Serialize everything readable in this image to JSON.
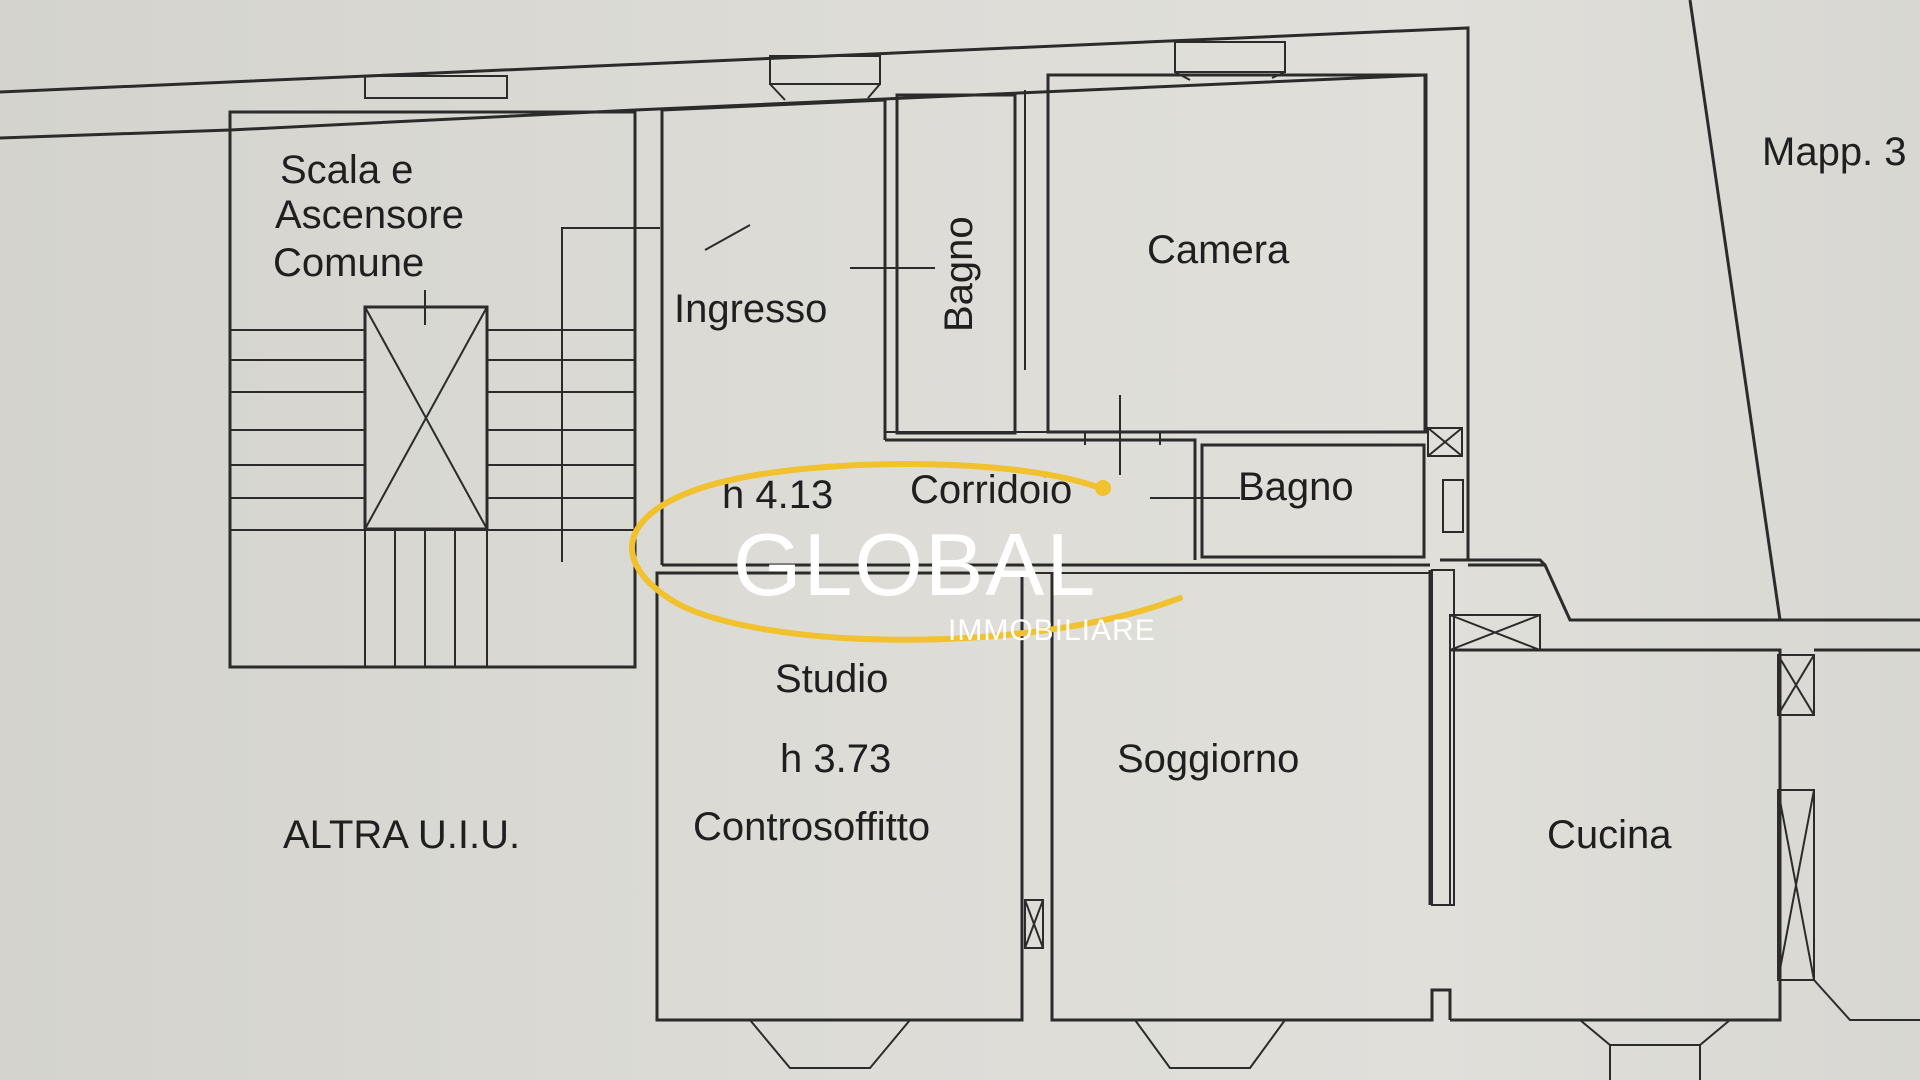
{
  "rooms": {
    "stair": [
      "Scala e",
      "Ascensore",
      "Comune"
    ],
    "ingresso": "Ingresso",
    "bagno_vertical": "Bagno",
    "camera": "Camera",
    "height_1": "h 4.13",
    "corridoio": "Corridoio",
    "bagno_2": "Bagno",
    "studio": "Studio",
    "height_2": "h 3.73",
    "controsoffitto": "Controsoffitto",
    "soggiorno": "Soggiorno",
    "cucina": "Cucina",
    "altra_uiu": "ALTRA U.I.U.",
    "mapp": "Mapp. 3"
  },
  "watermark": {
    "brand": "GLOBAL",
    "subtitle": "IMMOBILIARE",
    "accent_color": "#f2c12e"
  },
  "colors": {
    "paper": "#dddcd7",
    "ink": "#2b2b2b"
  }
}
